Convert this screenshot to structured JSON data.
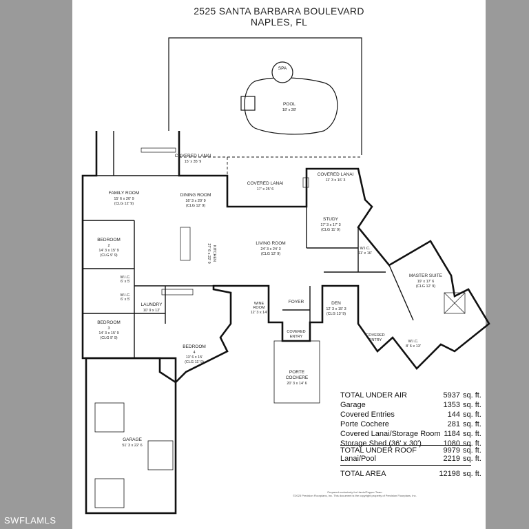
{
  "header": {
    "line1": "2525 SANTA BARBARA BOULEVARD",
    "line2": "NAPLES, FL"
  },
  "rooms": {
    "spa": "SPA",
    "pool": {
      "name": "POOL",
      "dims": "18' x 28'"
    },
    "lanai_west": {
      "name": "COVERED LANAI",
      "dims": "15' x 35' 9"
    },
    "lanai_center": {
      "name": "COVERED LANAI",
      "dims": "17' x 25' 6"
    },
    "lanai_east": {
      "name": "COVERED LANAI",
      "dims": "11' 3 x 16' 3"
    },
    "family": {
      "name": "FAMILY ROOM",
      "dims": "15' 6 x 20' 9",
      "clg": "(CLG 12' 9)"
    },
    "dining": {
      "name": "DINING ROOM",
      "dims": "16' 3 x 20' 9",
      "clg": "(CLG 12' 9)"
    },
    "study": {
      "name": "STUDY",
      "dims": "17' 3 x 17' 3",
      "clg": "(CLG 11' 9)"
    },
    "bed2": {
      "name": "BEDROOM",
      "num": "2",
      "dims": "14' 3 x 15' 9",
      "clg": "(CLG 9' 9)"
    },
    "living": {
      "name": "LIVING ROOM",
      "dims": "24' 3 x 24' 3",
      "clg": "(CLG 12' 9)"
    },
    "kitchen": {
      "name": "KITCHEN",
      "dims": "27' 6 x 22' 9"
    },
    "wic_study": {
      "name": "W.I.C.",
      "dims": "11' x 16'"
    },
    "master": {
      "name": "MASTER SUITE",
      "dims": "19' x 17' 6",
      "clg": "(CLG 12' 9)"
    },
    "wic1": {
      "name": "W.I.C.",
      "dims": "6' x 5'"
    },
    "wic2": {
      "name": "W.I.C.",
      "dims": "6' x 5'"
    },
    "laundry": {
      "name": "LAUNDRY",
      "dims": "10' 9 x 12'"
    },
    "wine": {
      "name": "WINE",
      "sub": "ROOM",
      "dims": "12' 3 x 14'"
    },
    "foyer": {
      "name": "FOYER"
    },
    "den": {
      "name": "DEN",
      "dims": "12' 3 x 15' 3",
      "clg": "(CLG 13' 9)"
    },
    "bed3": {
      "name": "BEDROOM",
      "num": "3",
      "dims": "14' 3 x 15' 9",
      "clg": "(CLG 9' 9)"
    },
    "covered_entry_main": {
      "name": "COVERED",
      "sub": "ENTRY"
    },
    "covered_entry_east": {
      "name": "COVERED",
      "sub": "ENTRY"
    },
    "bed4": {
      "name": "BEDROOM",
      "num": "4",
      "dims": "13' 6 x 15'",
      "clg": "(CLG 11' 9)"
    },
    "wic_master": {
      "name": "W.I.C.",
      "dims": "8' 6 x 13'"
    },
    "porte": {
      "name": "PORTE",
      "sub": "COCHERE",
      "dims": "20' 3 x 14' 6"
    },
    "garage": {
      "name": "GARAGE",
      "dims": "51' 3 x 22' 6"
    }
  },
  "areas": [
    {
      "label": "TOTAL UNDER AIR",
      "value": "5937",
      "unit": "sq. ft."
    },
    {
      "label": "Garage",
      "value": "1353",
      "unit": "sq. ft."
    },
    {
      "label": "Covered Entries",
      "value": "144",
      "unit": "sq. ft."
    },
    {
      "label": "Porte Cochere",
      "value": "281",
      "unit": "sq. ft."
    },
    {
      "label": "Covered Lanai/Storage Room",
      "value": "1184",
      "unit": "sq. ft."
    },
    {
      "label": "Storage Shed (36' x 30')",
      "value": "1080",
      "unit": "sq. ft."
    },
    {
      "label": "TOTAL UNDER ROOF",
      "value": "9979",
      "unit": "sq. ft."
    },
    {
      "label": "Lanai/Pool",
      "value": "2219",
      "unit": "sq. ft."
    },
    {
      "label": "TOTAL AREA",
      "value": "12198",
      "unit": "sq. ft."
    }
  ],
  "credits": {
    "line1": "Prepared exclusively for Harris/Pepper Team",
    "line2": "©2023 Precision Floorplans, Inc. This document is the copyright property of Precision Floorplans, Inc."
  },
  "watermark": "SWFLAMLS"
}
